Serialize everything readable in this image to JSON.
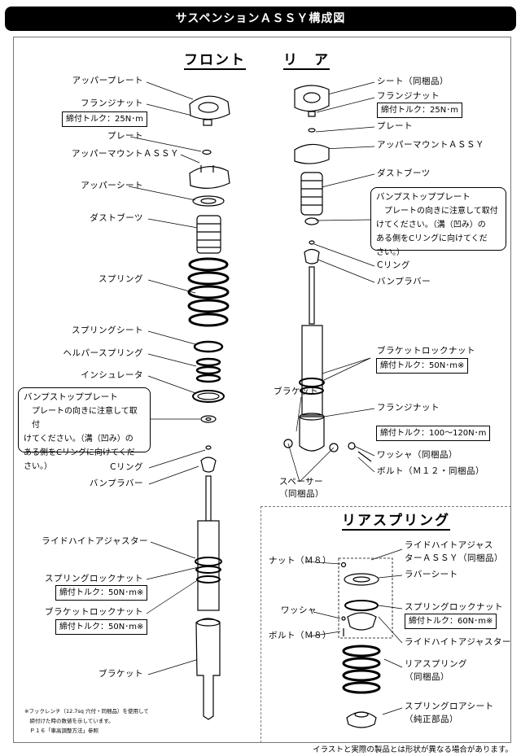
{
  "title": "サスペンションＡＳＳＹ構成図",
  "front": {
    "heading": "フロント",
    "labels": {
      "upper_plate": "アッパープレート",
      "flange_nut": "フランジナット",
      "flange_torque": "締付トルク：25N･m",
      "plate": "プレート",
      "upper_mount": "アッパーマウントＡＳＳＹ",
      "upper_seat": "アッパーシート",
      "dust_boots": "ダストブーツ",
      "spring": "スプリング",
      "spring_seat": "スプリングシート",
      "helper_spring": "ヘルパースプリング",
      "insulator": "インシュレータ",
      "c_ring": "Cリング",
      "bump_rubber": "バンプラバー",
      "ride_height": "ライドハイトアジャスター",
      "spring_lock_nut": "スプリングロックナット",
      "spring_lock_torque": "締付トルク：50N･m※",
      "bracket_lock_nut": "ブラケットロックナット",
      "bracket_lock_torque": "締付トルク：50N･m※",
      "bracket": "ブラケット"
    },
    "callout": {
      "title": "バンプストッププレート",
      "lines": [
        "プレートの向きに注意して取付",
        "けてください。（溝（凹み）の",
        "ある側をCリングに向けてくだ",
        "さい。）"
      ]
    },
    "footnote": [
      "※フックレンチ（12.7sq 穴付・同梱品）を使用して",
      "　締付けた時の数値を示しています。",
      "　Ｐ１６「車高調整方法」参照"
    ]
  },
  "rear": {
    "heading": "リ　ア",
    "labels": {
      "seat": "シート（同梱品）",
      "flange_nut": "フランジナット",
      "flange_torque": "締付トルク：25N･m",
      "plate": "プレート",
      "upper_mount": "アッパーマウントＡＳＳＹ",
      "dust_boots": "ダストブーツ",
      "c_ring": "Cリング",
      "bump_rubber": "バンプラバー",
      "bracket_lock_nut": "ブラケットロックナット",
      "bracket_lock_torque": "締付トルク：50N･m※",
      "bracket": "ブラケット",
      "flange_nut2": "フランジナット",
      "flange_torque2": "締付トルク：100〜120N･m",
      "washer": "ワッシャ（同梱品）",
      "bolt": "ボルト（Ｍ１２・同梱品）",
      "spacer1": "スペーサー",
      "spacer2": "（同梱品）"
    },
    "callout": {
      "title": "バンプストッププレート",
      "lines": [
        "プレートの向きに注意して取付",
        "けてください。（溝（凹み）の",
        "ある側をCリングに向けてくだ",
        "さい。）"
      ]
    }
  },
  "rear_spring": {
    "heading": "リアスプリング",
    "labels": {
      "rha1": "ライドハイトアジャス",
      "rha2": "ターＡＳＳＹ（同梱品）",
      "nut": "ナット（Ｍ８）",
      "rubber_seat": "ラバーシート",
      "washer": "ワッシャ",
      "spring_lock_nut": "スプリングロックナット",
      "torque": "締付トルク：60N･m※",
      "bolt": "ボルト（Ｍ８）",
      "ride_height": "ライドハイトアジャスター",
      "spring1": "リアスプリング",
      "spring2": "（同梱品）",
      "lower1": "スプリングロアシート",
      "lower2": "（純正部品）"
    }
  },
  "disclaimer": "イラストと実際の製品とは形状が異なる場合があります。"
}
